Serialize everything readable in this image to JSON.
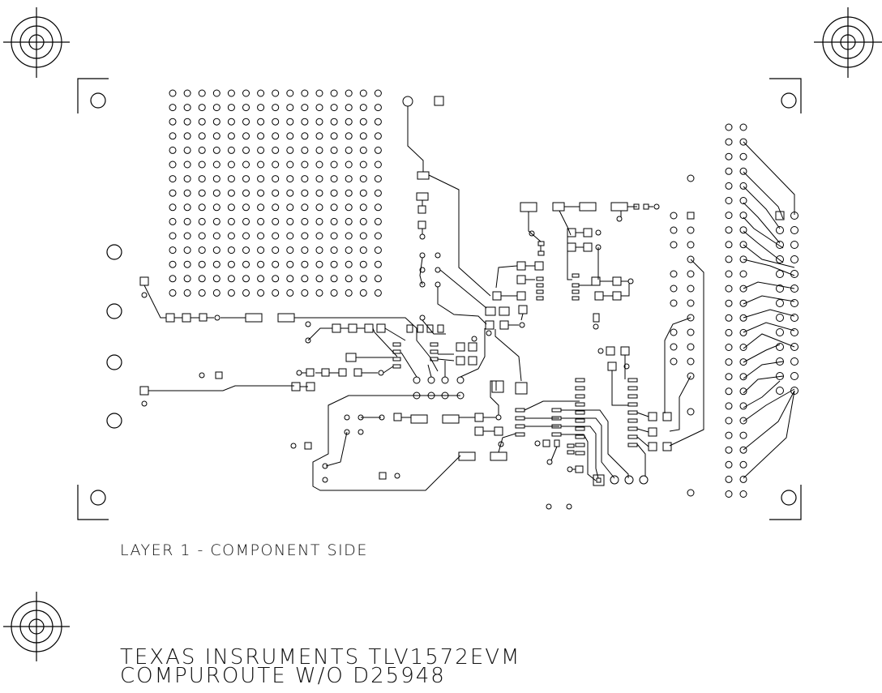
{
  "diagram": {
    "layer_label": "LAYER 1 - COMPONENT SIDE",
    "title_line1": "TEXAS INSRUMENTS TLV1572EVM",
    "title_line2": "COMPUROUTE W/O D25948",
    "stroke_color": "#000000",
    "background_color": "#ffffff"
  }
}
